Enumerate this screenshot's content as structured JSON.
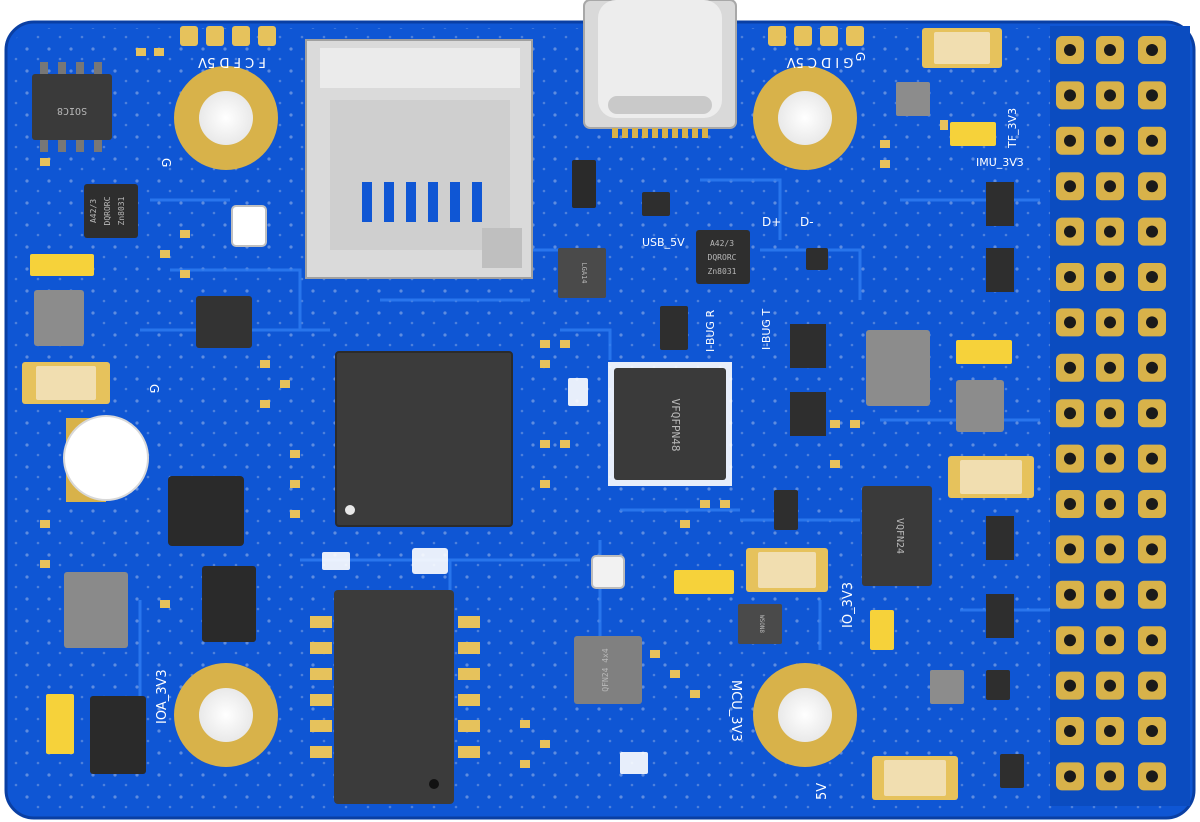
{
  "board": {
    "colors": {
      "pcb": "#0f56d4",
      "pcb_dark": "#0a3f9e",
      "trace": "#2b78f0",
      "gold": "#d8b24a",
      "pad": "#e6c25c",
      "chip": "#3a3a3a",
      "chip_gray": "#8c8c8c",
      "silk": "#ffffff"
    },
    "silkscreen": {
      "top_left_header": "F C F D 5V",
      "top_right_header": "G  I  D  C  5V",
      "g_label_1": "G",
      "g_label_2": "G",
      "g_label_3": "G",
      "usb_5v": "USB_5V",
      "d_plus": "D+",
      "d_minus": "D-",
      "i_bug_r": "I-BUG R",
      "i_bug_t": "I-BUG T",
      "tf_3v3": "TF_3V3",
      "imu_3v3": "IMU_3V3",
      "io_3v3": "IO_3V3",
      "ioa_3v3": "IOA_3V3",
      "mcu_3v3": "MCU_3V3",
      "v5_bottom": "5V"
    },
    "chips": {
      "soic8": "SOIC8",
      "a42_left_l1": "A42/3",
      "a42_left_l2": "DQRORC",
      "a42_left_l3": "Zn8031",
      "a42_mid_l1": "A42/3",
      "a42_mid_l2": "DQRORC",
      "a42_mid_l3": "Zn8031",
      "lga14": "LGA14",
      "vfqfpn48": "VFQFPN48",
      "vqfn24": "VQFN24",
      "qfn24": "QFN24 4x4",
      "wson8": "WSON8"
    }
  }
}
